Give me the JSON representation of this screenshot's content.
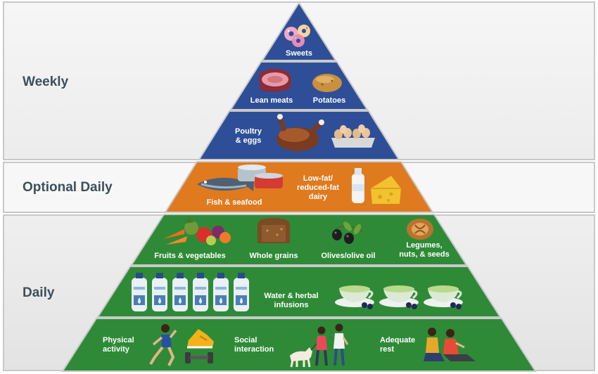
{
  "bands": {
    "weekly": "Weekly",
    "optional": "Optional Daily",
    "daily": "Daily"
  },
  "tiers": {
    "sweets": [
      "Sweets"
    ],
    "lean_meats": [
      "Lean meats"
    ],
    "potatoes": [
      "Potatoes"
    ],
    "poultry": [
      "Poultry",
      "& eggs"
    ],
    "fish": [
      "Fish & seafood"
    ],
    "dairy": [
      "Low-fat/",
      "reduced-fat",
      "dairy"
    ],
    "fruits": [
      "Fruits & vegetables"
    ],
    "grains": [
      "Whole grains"
    ],
    "olives": [
      "Olives/olive oil"
    ],
    "legumes": [
      "Legumes,",
      "nuts, & seeds"
    ],
    "water": [
      "Water & herbal",
      "infusions"
    ],
    "activity": [
      "Physical",
      "activity"
    ],
    "social": [
      "Social",
      "interaction"
    ],
    "rest": [
      "Adequate",
      "rest"
    ]
  },
  "colors": {
    "blue": "#2e4f97",
    "orange": "#e07a1f",
    "green": "#2f8a37",
    "edge": "#c9c9c9"
  },
  "icons": [
    "donut-icon",
    "ham-icon",
    "potato-icon",
    "roast-chicken-icon",
    "egg-carton-icon",
    "fish-icon",
    "tin-can-icon",
    "milk-bottle-icon",
    "cheese-icon",
    "vegetables-icon",
    "bread-icon",
    "olives-icon",
    "walnut-icon",
    "water-bottle-icon",
    "tea-cup-icon",
    "runner-icon",
    "sneakers-icon",
    "dumbbell-icon",
    "dog-walk-icon",
    "couple-icon"
  ]
}
